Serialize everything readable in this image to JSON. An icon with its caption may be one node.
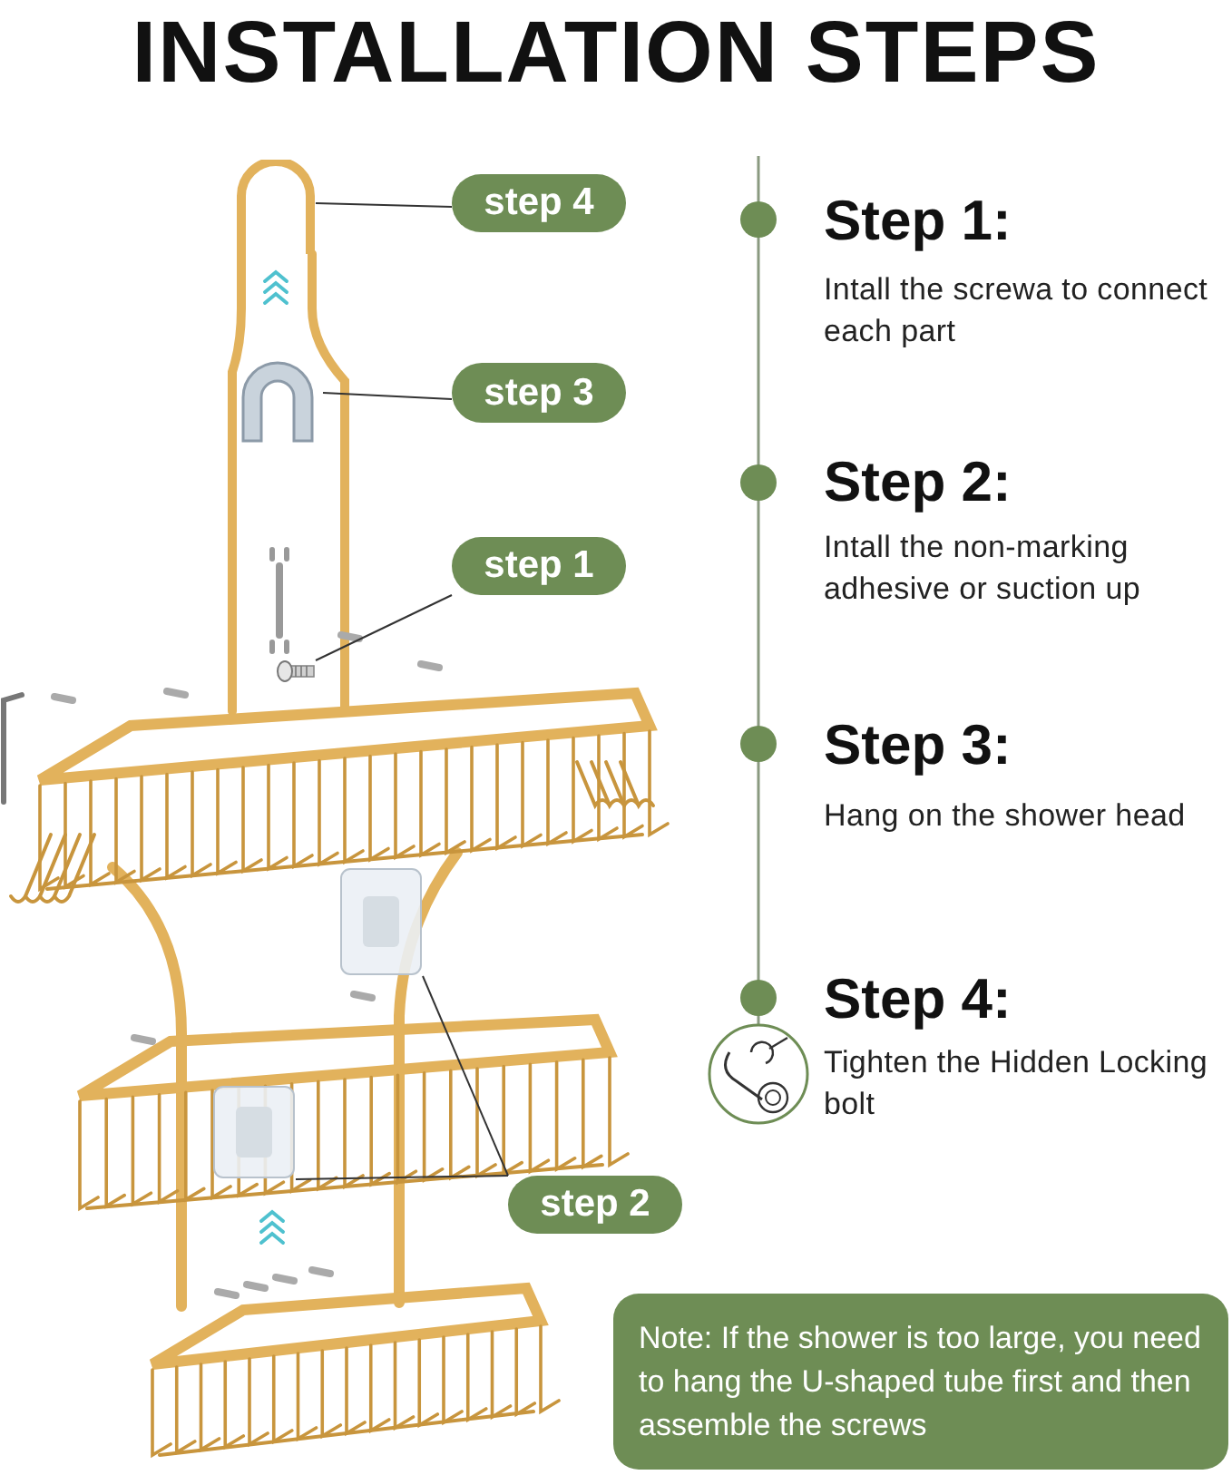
{
  "diagram": {
    "title": "INSTALLATION STEPS",
    "nodes": [
      {
        "text": [
          "step 4"
        ]
      },
      {
        "text": [
          "step 3"
        ]
      },
      {
        "text": [
          "step 1"
        ]
      },
      {
        "text": [
          "step 2"
        ]
      },
      {
        "text": [],
        "shape": "picture"
      },
      {
        "text": [],
        "shape": "picture"
      },
      {
        "text": [],
        "shape": "picture"
      },
      {
        "text": [],
        "shape": "picture"
      },
      {
        "text": [],
        "shape": "picture"
      },
      {
        "text": [
          "Note: If the shower is too large, you need to hang the U-shaped tube first and then assemble the screws"
        ]
      }
    ],
    "edges": [
      {
        "from": 0,
        "to": 4,
        "arrow": "none"
      },
      {
        "from": 1,
        "to": 5,
        "arrow": "none"
      },
      {
        "from": 2,
        "to": 6,
        "arrow": "none"
      },
      {
        "from": 3,
        "to": 7,
        "arrow": "none"
      },
      {
        "from": 3,
        "to": 8,
        "arrow": "none"
      }
    ],
    "labels": [
      "Step 1:",
      "Intall the screwa to connect each part",
      "Step 2:",
      "Intall the non-marking adhesive or suction up",
      "Step 3:",
      "Hang on the shower head",
      "Step 4:",
      "Tighten the Hidden Locking bolt"
    ]
  }
}
